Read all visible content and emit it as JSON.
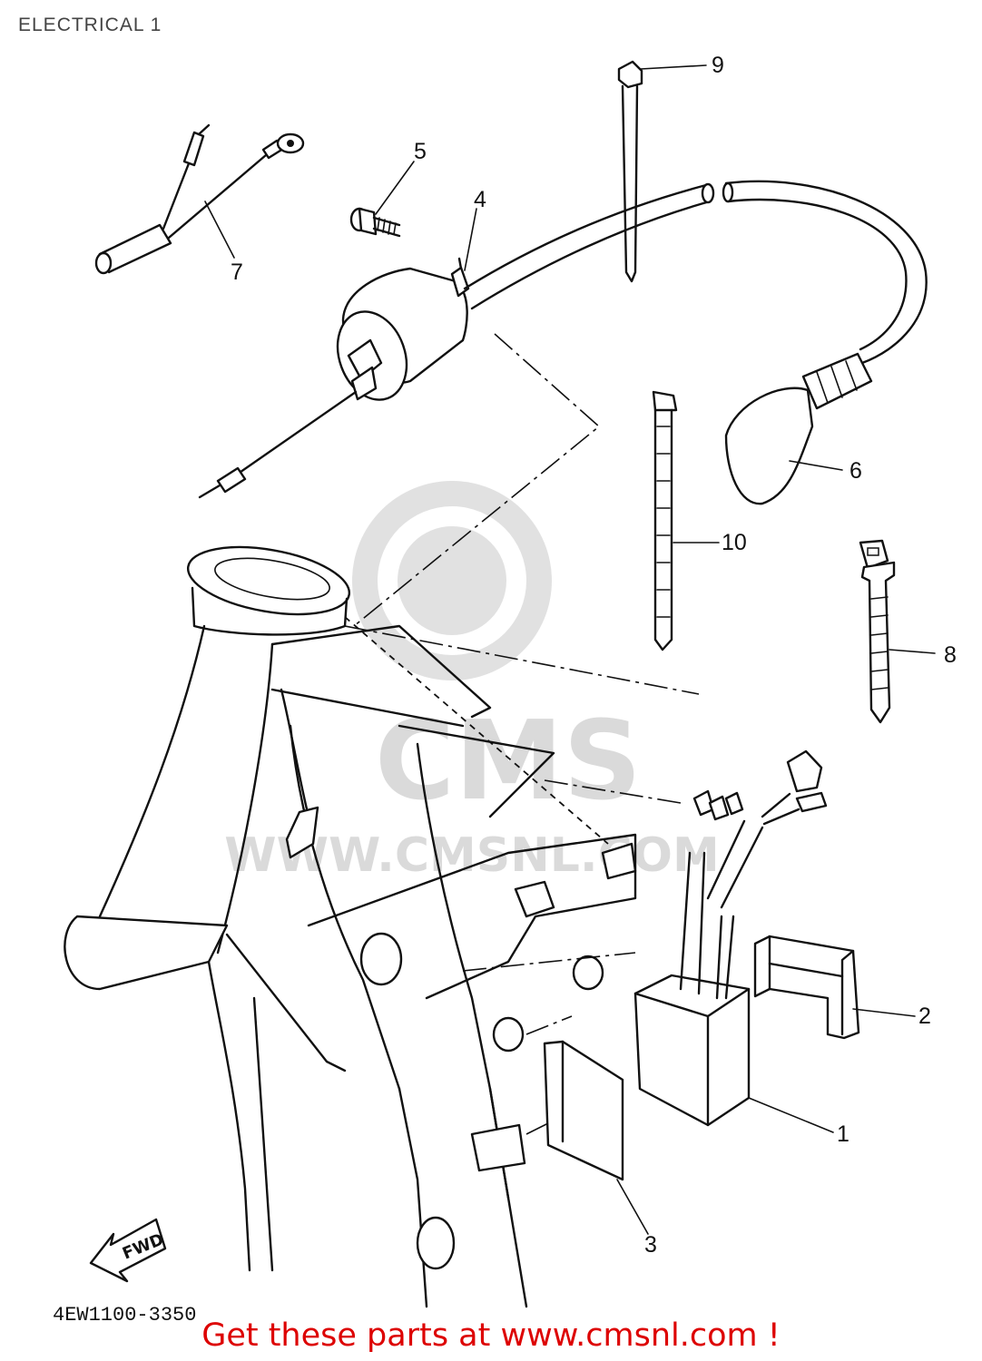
{
  "header": {
    "title": "ELECTRICAL 1"
  },
  "callouts": {
    "c1": "1",
    "c2": "2",
    "c3": "3",
    "c4": "4",
    "c5": "5",
    "c6": "6",
    "c7": "7",
    "c8": "8",
    "c9": "9",
    "c10": "10"
  },
  "arrow_label": "FWD",
  "part_code": "4EW1100-3350",
  "watermark": {
    "brand": "CMS",
    "url": "WWW.CMSNL.COM"
  },
  "footer": {
    "text": "Get these parts at www.cmsnl.com !"
  }
}
